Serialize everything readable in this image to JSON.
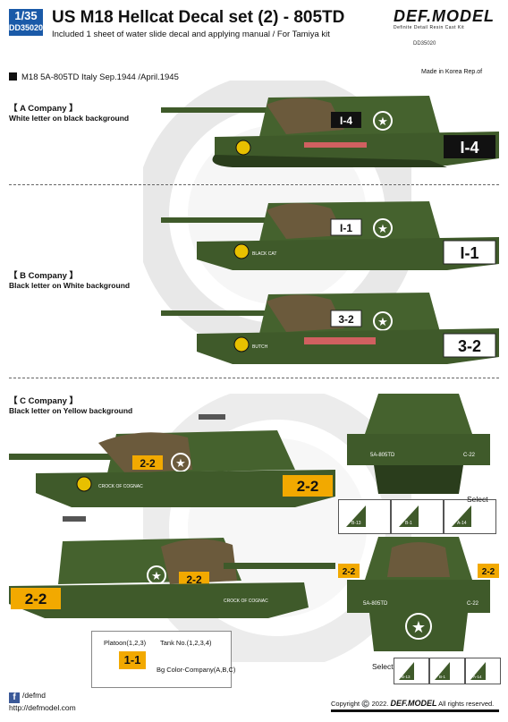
{
  "header": {
    "scale": "1/35",
    "code": "DD35020",
    "title": "US M18 Hellcat Decal set (2) - 805TD",
    "subtitle": "Included 1 sheet of water slide decal and applying manual  / For Tamiya kit",
    "brand": "DEF.MODEL",
    "brand_tagline": "Definite Detail Resin Cast Kit",
    "brand_code": "DD35020",
    "made_in": "Made in Korea Rep.of"
  },
  "unit_info": "M18 5A-805TD Italy Sep.1944 /April.1945",
  "companies": [
    {
      "title": "【 A Company 】",
      "desc": "White letter on black background"
    },
    {
      "title": "【 B Company 】",
      "desc": "Black letter on White background"
    },
    {
      "title": "【 C Company 】",
      "desc": "Black letter on Yellow background"
    }
  ],
  "markings": {
    "a_turret": "I-4",
    "a_hull": "I-4",
    "b1_turret": "I-1",
    "b1_hull": "I-1",
    "b1_name": "BLACK CAT",
    "b2_turret": "3-2",
    "b2_hull": "3-2",
    "b2_name": "BUTCH",
    "c1_turret": "2-2",
    "c1_hull": "2-2",
    "c1_name": "CROCK OF COGNAC",
    "c2_turret": "2-2",
    "c2_hull": "2-2",
    "c2_name": "CROCK OF COGNAC",
    "front1_code": "5A-805TD",
    "front1_num": "C-22",
    "front2_code": "5A-805TD",
    "front2_num": "C-22",
    "front2_tag_l": "2-2",
    "front2_tag_r": "2-2"
  },
  "selects": {
    "label": "Select",
    "row1": [
      "B-13",
      "B-1",
      "A-14"
    ],
    "row2": [
      "B-13",
      "B-1",
      "A-14"
    ]
  },
  "legend": {
    "platoon": "Platoon(1,2,3)",
    "tank": "Tank No.(1,2,3,4)",
    "sample": "1-1",
    "bg": "Bg Color-Company(A,B,C)"
  },
  "footer": {
    "fb": "f",
    "social": "/defmd",
    "url": "http://defmodel.com",
    "copyright": "Copyright ©️ 2022.",
    "brand": "DEF.MODEL",
    "rights": "All rights reserved."
  },
  "colors": {
    "olive": "#3f5a2a",
    "olive_light": "#51703a",
    "olive_dark": "#2a3d1c",
    "canvas": "#6b5a3c",
    "yellow": "#f2a900",
    "accent_blue": "#1a5aa8"
  }
}
